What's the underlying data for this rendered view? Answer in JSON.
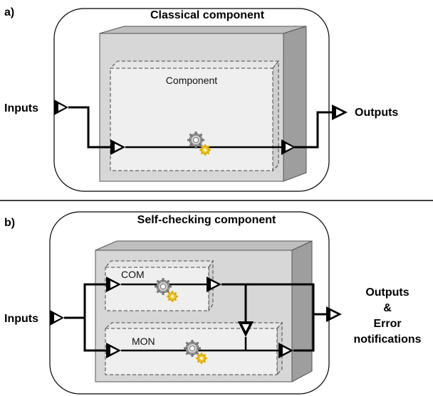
{
  "panel_a": {
    "tag": "a)",
    "title": "Classical component",
    "inner_label": "Component",
    "inputs_label": "Inputs",
    "outputs_label": "Outputs"
  },
  "panel_b": {
    "tag": "b)",
    "title": "Self-checking component",
    "com_label": "COM",
    "mon_label": "MON",
    "inputs_label": "Inputs",
    "outputs_lines": [
      "Outputs",
      "&",
      "Error",
      "notifications"
    ]
  },
  "colors": {
    "box_front": "#d7d7d7",
    "box_side": "#9e9e9e",
    "box_top": "#bfbfbf",
    "inner_fill": "#efefef",
    "gear_gray": "#8a8a8a",
    "gear_gold": "#e8b400",
    "divider": "#000000"
  }
}
